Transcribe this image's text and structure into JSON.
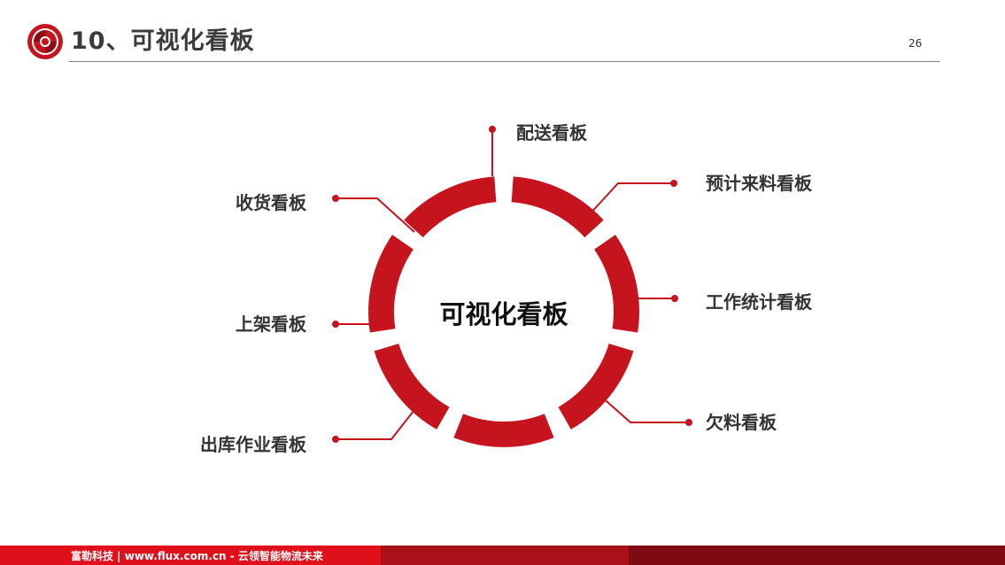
{
  "header": {
    "title": "10、可视化看板",
    "page_number": "26",
    "logo_icon": "swirl-logo-icon"
  },
  "diagram": {
    "center": "可视化看板",
    "nodes": [
      "配送看板",
      "预计来料看板",
      "工作统计看板",
      "欠料看板",
      "出库作业看板",
      "上架看板",
      "收货看板"
    ]
  },
  "footer": {
    "text": "富勒科技 | www.flux.com.cn  -  云领智能物流未来"
  },
  "colors": {
    "accent": "#c5141e",
    "dark_red": "#8b0c14",
    "text": "#333333",
    "rule": "#7f7f7f"
  }
}
